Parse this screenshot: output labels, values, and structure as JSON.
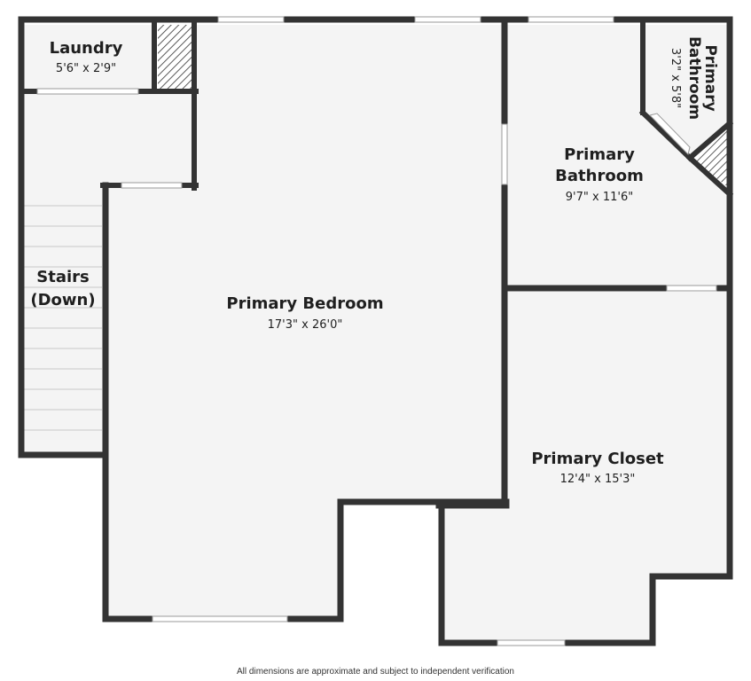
{
  "colors": {
    "wall": "#333333",
    "floor": "#f4f4f4",
    "window": "#ffffff",
    "hatch": "#333333"
  },
  "rooms": {
    "laundry": {
      "name": "Laundry",
      "dims": "5'6\" x 2'9\""
    },
    "stairs": {
      "name_line1": "Stairs",
      "name_line2": "(Down)"
    },
    "bedroom": {
      "name": "Primary Bedroom",
      "dims": "17'3\" x 26'0\""
    },
    "bathroom": {
      "name_line1": "Primary",
      "name_line2": "Bathroom",
      "dims": "9'7\" x 11'6\""
    },
    "bathroom_small": {
      "name_line1": "Primary",
      "name_line2": "Bathroom",
      "dims": "3'2\" x 5'8\""
    },
    "closet": {
      "name": "Primary Closet",
      "dims": "12'4\" x 15'3\""
    }
  },
  "footer": "All dimensions are approximate and subject to independent verification"
}
